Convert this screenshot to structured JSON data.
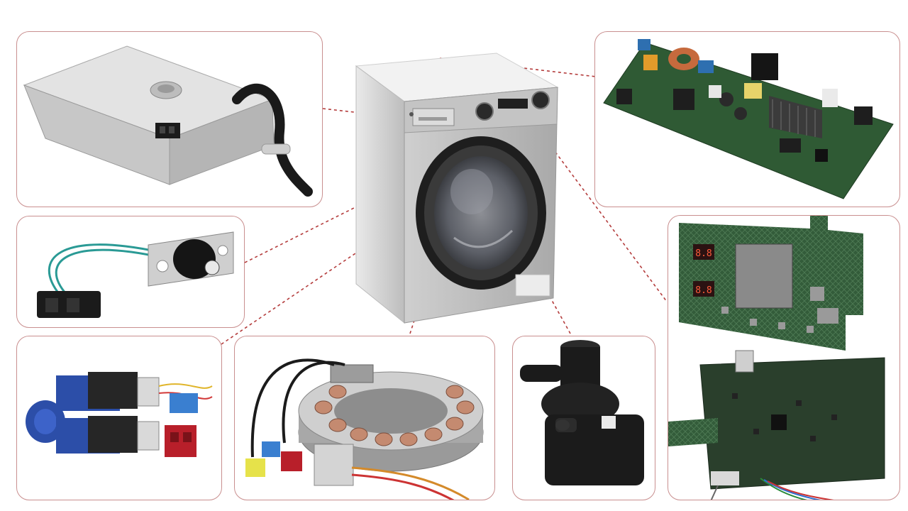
{
  "diagram": {
    "center_unit": {
      "name": "washing-machine",
      "display_digits": ""
    },
    "colors": {
      "panel_border": "#c98f8f",
      "leader_line": "#b43c3c",
      "machine_body": "#d6d6d6",
      "door_ring": "#1e1e1e",
      "pcb_green": "#2f5a34",
      "valve_blue": "#2c4ea8",
      "connector_red": "#b81f2a",
      "connector_yellow": "#e6e24a",
      "pump_black": "#1b1b1b"
    },
    "parts": [
      {
        "id": "detergent-dispenser",
        "icon": "dispenser-housing"
      },
      {
        "id": "door-lock-switch",
        "icon": "door-lock"
      },
      {
        "id": "water-inlet-valve",
        "icon": "solenoid-valve"
      },
      {
        "id": "motor-stator",
        "icon": "stator-coils"
      },
      {
        "id": "drain-pump",
        "icon": "pump"
      },
      {
        "id": "main-control-board",
        "icon": "pcb"
      },
      {
        "id": "display-control-board",
        "icon": "display-pcb"
      }
    ],
    "display_readout": "8.8"
  }
}
